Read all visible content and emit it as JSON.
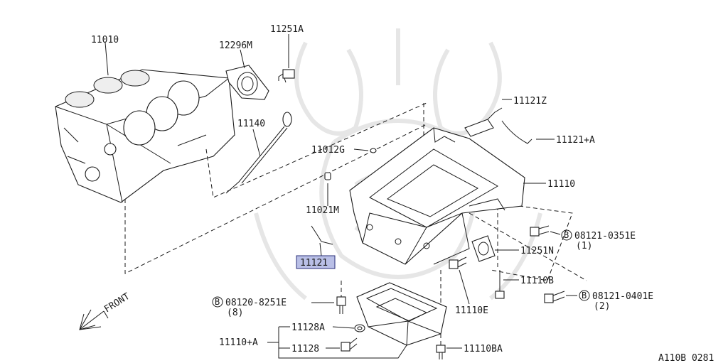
{
  "labels": {
    "p11010": "11010",
    "p12296m": "12296M",
    "p11251a": "11251A",
    "p11140": "11140",
    "p11012g": "11012G",
    "p11021m": "11021M",
    "p11121": "11121",
    "p11121z": "11121Z",
    "p11121a": "11121+A",
    "p11110": "11110",
    "p08121_0351e": "08121-0351E",
    "p08121_0351e_qty": "(1)",
    "p11251n": "11251N",
    "p11110b": "11110B",
    "p08121_0401e": "08121-0401E",
    "p08121_0401e_qty": "(2)",
    "p08120_8251e": "08120-8251E",
    "p08120_8251e_qty": "(8)",
    "p11128a": "11128A",
    "p11110a": "11110+A",
    "p11128": "11128",
    "p11110e": "11110E",
    "p11110ba": "11110BA",
    "bolt_marker": "B",
    "front": "FRONT",
    "code": "A110B 0281"
  },
  "colors": {
    "line": "#1a1a1a",
    "highlight_fill": "#b9bfe6",
    "highlight_stroke": "#2a2f7a",
    "watermark": "#e6e6e6"
  }
}
